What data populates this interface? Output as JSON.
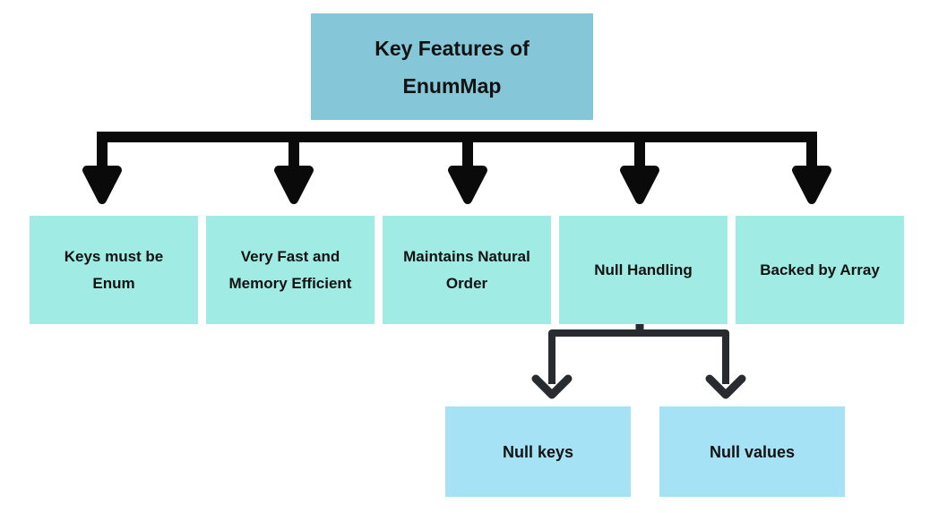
{
  "diagram": {
    "title": {
      "label": "Key Features of EnumMap",
      "lines": [
        "Key Features of",
        "EnumMap"
      ]
    },
    "features": [
      {
        "label": "Keys must be Enum",
        "lines": [
          "Keys must be",
          "Enum"
        ]
      },
      {
        "label": "Very Fast and Memory Efficient",
        "lines": [
          "Very Fast and",
          "Memory Efficient"
        ]
      },
      {
        "label": "Maintains Natural Order",
        "lines": [
          "Maintains Natural",
          "Order"
        ]
      },
      {
        "label": "Null Handling",
        "lines": [
          "Null Handling"
        ]
      },
      {
        "label": "Backed by Array",
        "lines": [
          "Backed by Array"
        ]
      }
    ],
    "null_handling_children": [
      {
        "label": "Null keys",
        "lines": [
          "Null keys"
        ]
      },
      {
        "label": "Null values",
        "lines": [
          "Null values"
        ]
      }
    ],
    "colors": {
      "background": "#ffffff",
      "title_box": "#85c6d8",
      "feature_box": "#a0ebe4",
      "child_box": "#a5e2f5",
      "connector_primary": "#0a0a0a",
      "connector_secondary": "#282c31",
      "text": "#121212"
    }
  }
}
